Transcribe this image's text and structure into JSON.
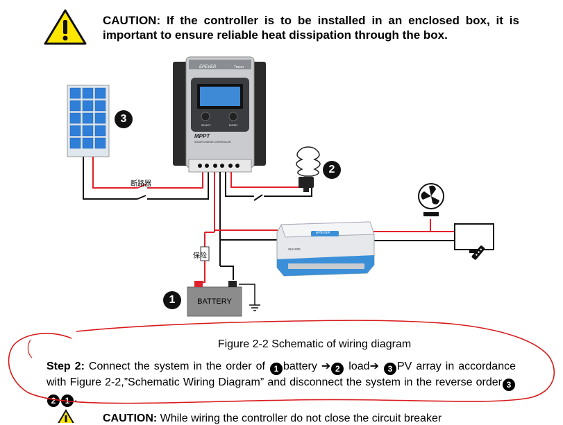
{
  "caution": {
    "keyword": "CAUTION:",
    "text": " If the controller is to be installed in an enclosed box, it is important to ensure reliable heat dissipation through the box."
  },
  "diagram": {
    "badges": {
      "battery": "1",
      "load": "2",
      "pv": "3"
    },
    "breaker_label": "断路器",
    "fuse_label": "保险",
    "battery_label": "BATTERY",
    "controller": {
      "brand": "EPEVER",
      "model": "Tracer",
      "mppt": "MPPT",
      "subtitle": "SOLAR CHARGE CONTROLLER",
      "btn_left": "SELECT",
      "btn_right": "ENTER"
    },
    "inverter": {
      "brand": "EPEVER",
      "model": "SHI1000"
    }
  },
  "figure_caption": "Figure 2-2 Schematic of wiring diagram",
  "step": {
    "label": "Step 2:",
    "text_1": " Connect the system in the order of ",
    "c1": "1",
    "t_battery": "battery ",
    "c2": "2",
    "t_load": " load",
    "c3": "3",
    "t_pv": "PV array in accordance with Figure 2-2,”Schematic Wiring Diagram” and disconnect the system in the reverse order",
    "r1": "3",
    "r2": "2",
    "r3": "1",
    "end": "."
  },
  "bottom_caution": {
    "keyword": "CAUTION:",
    "text": " While wiring the controller do not close the circuit breaker"
  },
  "colors": {
    "annotation_red": "#d81a1a",
    "wire_red": "#e0202a",
    "panel_blue": "#2f7fd9",
    "inverter_blue": "#3a8fd8"
  }
}
